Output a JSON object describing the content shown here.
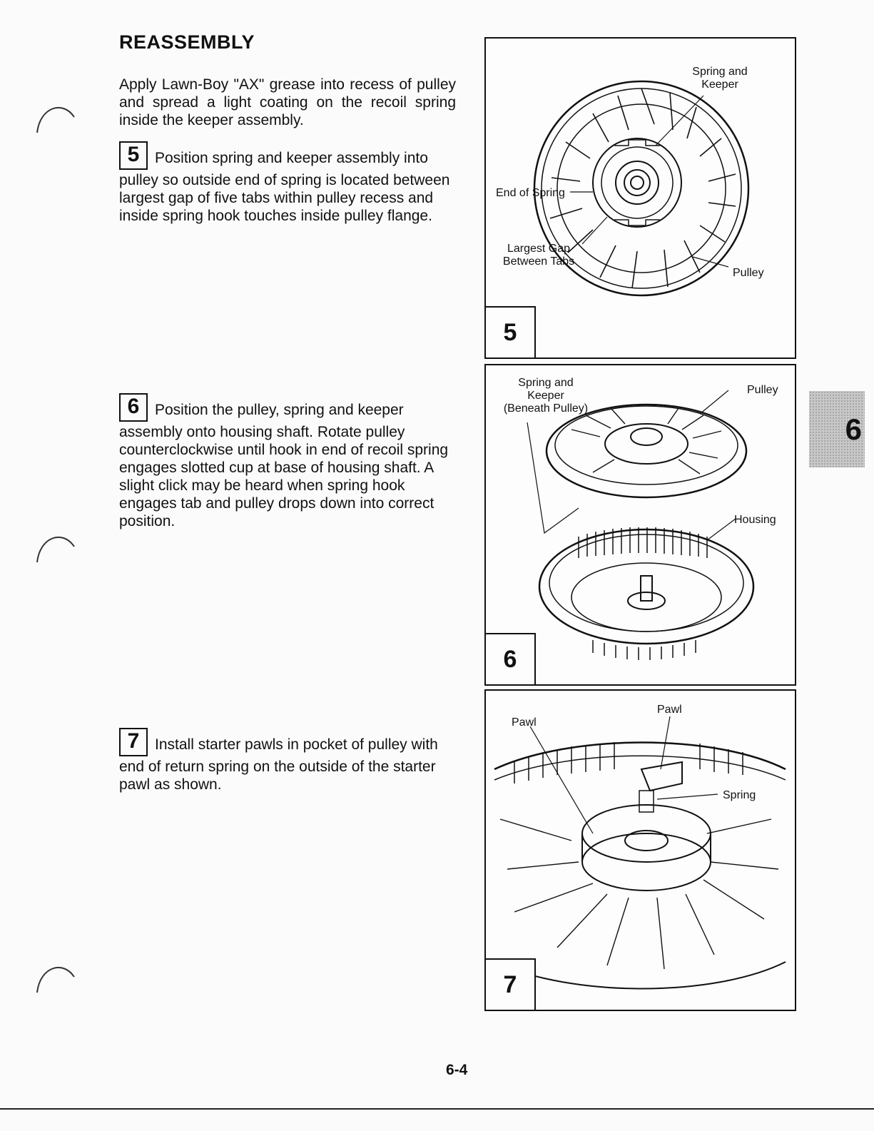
{
  "heading": "REASSEMBLY",
  "intro": "Apply Lawn-Boy \"AX\" grease into recess of pulley and spread a light coating on the recoil spring inside the keeper assembly.",
  "steps": [
    {
      "num": "5",
      "text": "Position spring and keeper assembly into pulley so outside end of spring is located between largest gap of five tabs within pulley recess and inside spring hook touches inside pulley flange."
    },
    {
      "num": "6",
      "text": "Position the pulley, spring and keeper assembly onto housing shaft. Rotate pulley counterclockwise until hook in end of recoil spring engages slotted cup at base of housing shaft. A slight click may be heard when spring hook engages tab and pulley drops down into correct position."
    },
    {
      "num": "7",
      "text": "Install starter pawls in pocket of pulley with end of return spring on the outside of the starter pawl as shown."
    }
  ],
  "figures": {
    "fig5": {
      "num": "5",
      "spring_keeper": "Spring and Keeper",
      "end_of_spring": "End of Spring",
      "largest_gap": "Largest Gap Between Tabs",
      "pulley": "Pulley"
    },
    "fig6": {
      "num": "6",
      "spring_keeper": "Spring and Keeper (Beneath Pulley)",
      "pulley": "Pulley",
      "housing": "Housing"
    },
    "fig7": {
      "num": "7",
      "pawl_left": "Pawl",
      "pawl_right": "Pawl",
      "spring": "Spring"
    }
  },
  "section_tab": "6",
  "page_number": "6-4"
}
